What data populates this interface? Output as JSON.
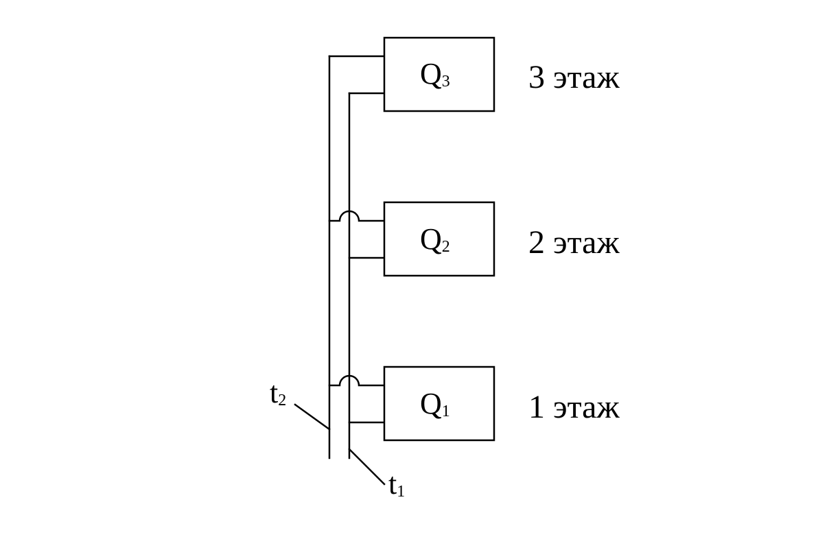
{
  "units": [
    {
      "id": "unit-3",
      "letter": "Q",
      "sub": "3",
      "floor": "3 этаж"
    },
    {
      "id": "unit-2",
      "letter": "Q",
      "sub": "2",
      "floor": "2 этаж"
    },
    {
      "id": "unit-1",
      "letter": "Q",
      "sub": "1",
      "floor": "1 этаж"
    }
  ],
  "pipes": {
    "t2": {
      "letter": "t",
      "sub": "2"
    },
    "t1": {
      "letter": "t",
      "sub": "1"
    }
  },
  "colors": {
    "line": "#000000",
    "background": "#ffffff"
  }
}
